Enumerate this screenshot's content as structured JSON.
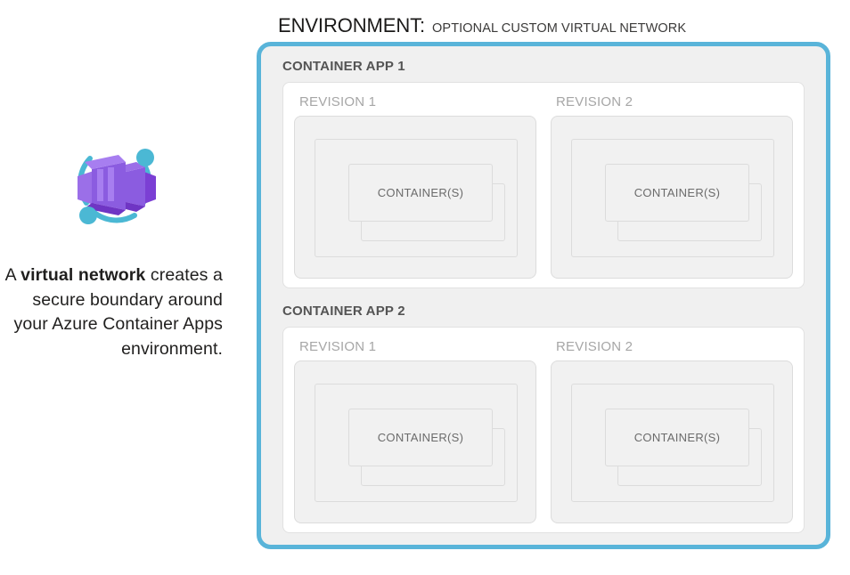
{
  "header": {
    "title_main": "ENVIRONMENT:",
    "title_sub": "OPTIONAL CUSTOM VIRTUAL NETWORK"
  },
  "illustration": {
    "icon_name": "azure-container-apps-icon",
    "caption_line1_plain": "A ",
    "caption_line1_bold": "virtual network",
    "caption_rest": " creates a secure boundary around your Azure Container Apps environment."
  },
  "colors": {
    "environment_border": "#59b4d9",
    "environment_fill": "#f0f0f0",
    "panel_fill": "#ffffff",
    "panel_border": "#e1e1e1",
    "revision_fill": "#f1f1f1",
    "revision_border": "#dcdcdc",
    "app_label_text": "#545454",
    "revision_label_text": "#a6a6a6",
    "container_label_text": "#6b6b6b",
    "icon_purple_light": "#9b6fe8",
    "icon_purple_dark": "#7b3fd4",
    "icon_cyan": "#4bb8d4"
  },
  "container_apps": [
    {
      "label": "CONTAINER APP 1",
      "revisions": [
        {
          "label": "REVISION 1",
          "container_label": "CONTAINER(S)"
        },
        {
          "label": "REVISION 2",
          "container_label": "CONTAINER(S)"
        }
      ]
    },
    {
      "label": "CONTAINER APP 2",
      "revisions": [
        {
          "label": "REVISION 1",
          "container_label": "CONTAINER(S)"
        },
        {
          "label": "REVISION 2",
          "container_label": "CONTAINER(S)"
        }
      ]
    }
  ]
}
